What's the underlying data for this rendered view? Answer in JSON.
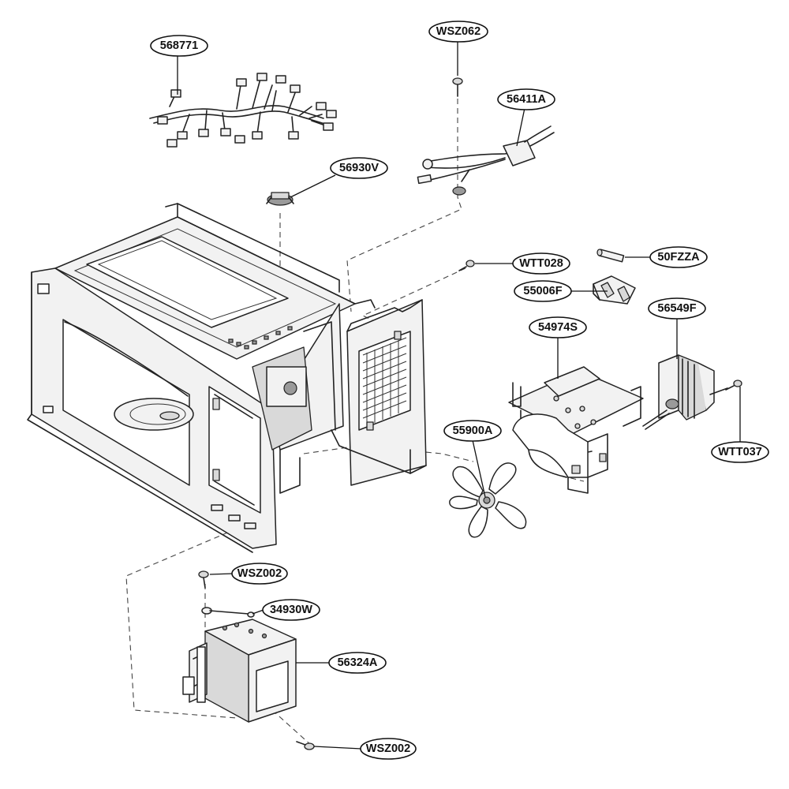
{
  "diagram": {
    "type": "exploded-parts-view",
    "callouts": [
      {
        "id": "harness",
        "label": "568771"
      },
      {
        "id": "screw-top",
        "label": "WSZ062"
      },
      {
        "id": "fuse-lead",
        "label": "56411A"
      },
      {
        "id": "thermostat",
        "label": "56930V"
      },
      {
        "id": "screw-bracket",
        "label": "WTT028"
      },
      {
        "id": "fuse",
        "label": "50FZZA"
      },
      {
        "id": "fuse-holder",
        "label": "55006F"
      },
      {
        "id": "fan-bracket",
        "label": "54974S"
      },
      {
        "id": "fan-motor",
        "label": "56549F"
      },
      {
        "id": "fan-blade",
        "label": "55900A"
      },
      {
        "id": "screw-motor",
        "label": "WTT037"
      },
      {
        "id": "screw-mag-top",
        "label": "WSZ002"
      },
      {
        "id": "mag-gasket",
        "label": "34930W"
      },
      {
        "id": "magnetron",
        "label": "56324A"
      },
      {
        "id": "screw-mag-bottom",
        "label": "WSZ002"
      }
    ]
  }
}
